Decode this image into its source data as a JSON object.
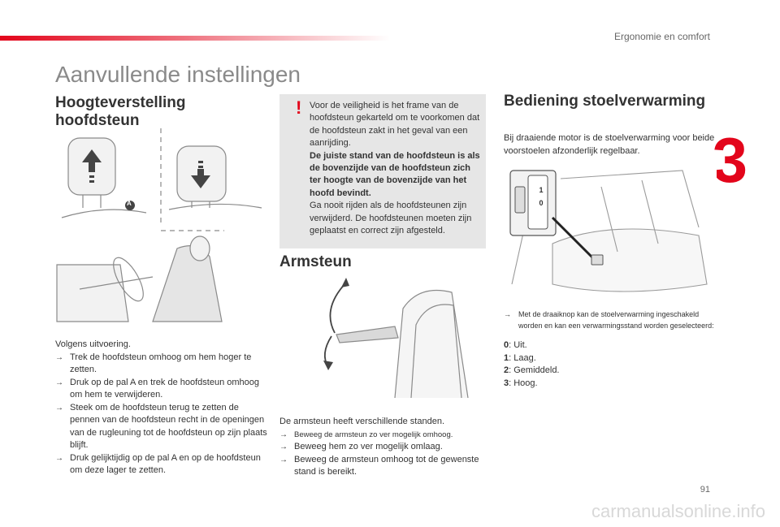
{
  "header": {
    "section": "Ergonomie en comfort",
    "chapter": "3"
  },
  "page_title": "Aanvullende instellingen",
  "headrest": {
    "heading_line1": "Hoogteverstelling",
    "heading_line2": "hoofdsteun",
    "callout_label": "A",
    "intro": "Volgens uitvoering.",
    "steps": [
      "Trek de hoofdsteun omhoog om hem hoger te zetten.",
      "Druk op de pal A en trek de hoofdsteun omhoog om hem te verwijderen.",
      "Steek om de hoofdsteun terug te zetten de pennen van de hoofdsteun recht in de openingen van de rugleuning tot de hoofdsteun op zijn plaats blijft.",
      "Druk gelijktijdig op de pal A en op de hoofdsteun om deze lager te zetten."
    ]
  },
  "warning": {
    "icon": "!",
    "line1": "Voor de veiligheid is het frame van de hoofdsteun gekarteld om te voorkomen dat de hoofdsteun zakt in het geval van een aanrijding.",
    "bold": "De juiste stand van de hoofdsteun is als de bovenzijde van de hoofdsteun zich ter hoogte van de bovenzijde van het hoofd bevindt.",
    "line2": "Ga nooit rijden als de hoofdsteunen zijn verwijderd. De hoofdsteunen moeten zijn geplaatst en correct zijn afgesteld."
  },
  "armrest": {
    "heading": "Armsteun",
    "intro": "De armsteun heeft verschillende standen.",
    "steps": [
      "Beweeg de armsteun zo ver mogelijk omhoog.",
      "Beweeg hem zo ver mogelijk omlaag.",
      "Beweeg de armsteun omhoog tot de gewenste stand is bereikt."
    ]
  },
  "heating": {
    "heading": "Bediening stoelverwarming",
    "intro": "Bij draaiende motor is de stoelverwarming voor beide voorstoelen afzonderlijk regelbaar.",
    "knob_labels": [
      "1",
      "0"
    ],
    "note": "Met de draaiknop kan de stoelverwarming ingeschakeld worden en kan een verwarmingsstand worden geselecteerd:",
    "levels": [
      {
        "key": "0",
        "label": ": Uit."
      },
      {
        "key": "1",
        "label": ": Laag."
      },
      {
        "key": "2",
        "label": ": Gemiddeld."
      },
      {
        "key": "3",
        "label": ": Hoog."
      }
    ]
  },
  "bullet_marker": "→",
  "page_number": "91",
  "watermark": "carmanualsonline.info",
  "colors": {
    "accent": "#e3051b",
    "title_grey": "#8a8a8a",
    "warning_bg": "#e6e6e6"
  }
}
